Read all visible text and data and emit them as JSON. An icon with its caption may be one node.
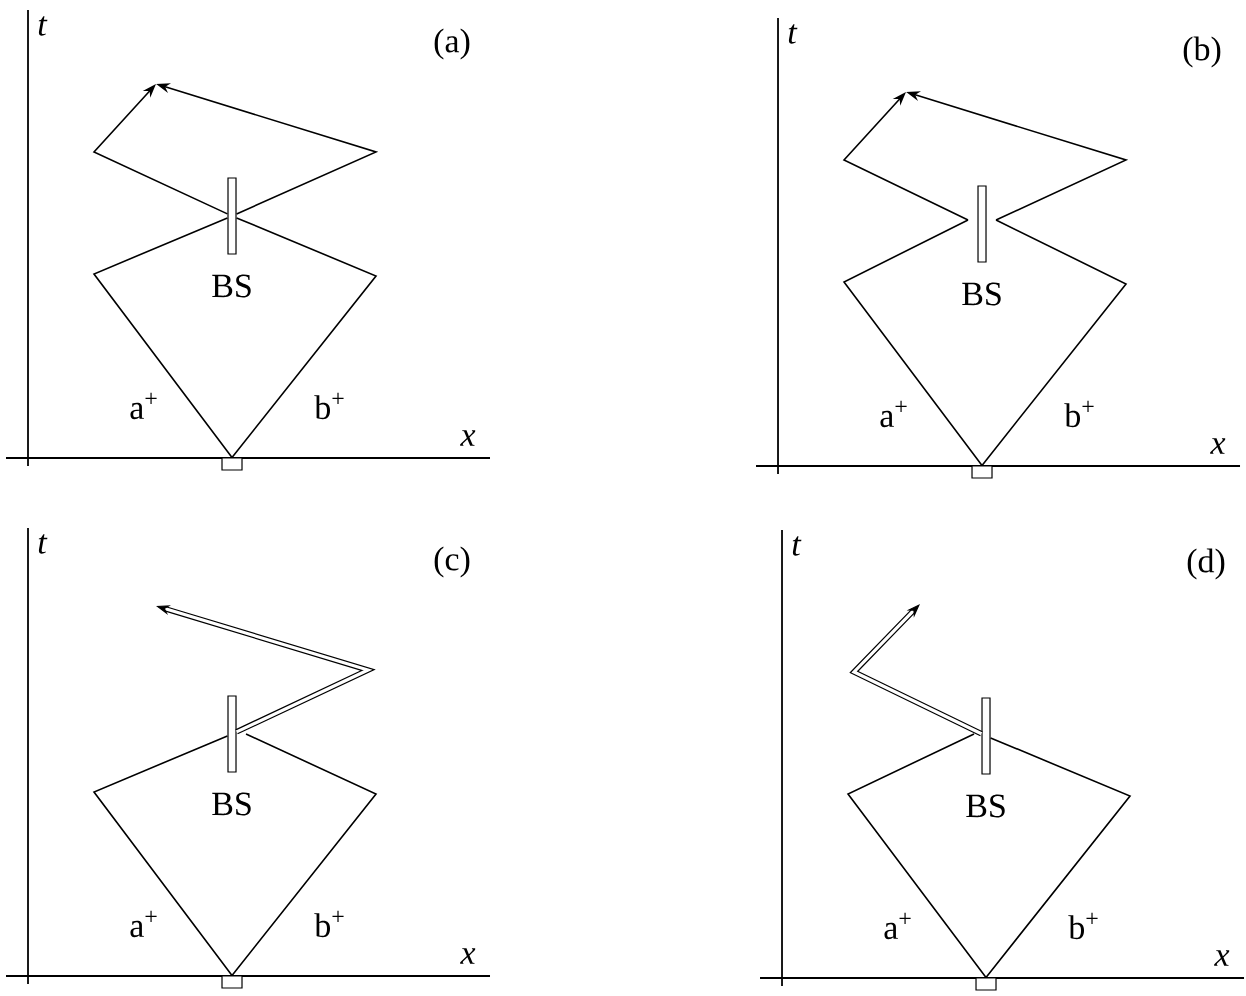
{
  "diagram": {
    "nodes": [
      {
        "text": [],
        "shape": "bar",
        "beside": [
          "BS"
        ]
      },
      {
        "text": [],
        "shape": "box"
      },
      {
        "text": [],
        "shape": "bar",
        "beside": [
          "BS"
        ]
      },
      {
        "text": [],
        "shape": "box"
      },
      {
        "text": [],
        "shape": "bar",
        "beside": [
          "BS"
        ]
      },
      {
        "text": [],
        "shape": "box"
      },
      {
        "text": [],
        "shape": "bar",
        "beside": [
          "BS"
        ]
      },
      {
        "text": [],
        "shape": "box"
      }
    ],
    "edges": [
      {
        "from": 1,
        "to": 0,
        "arrow": "none",
        "label": "a$^{+}$"
      },
      {
        "from": 1,
        "to": 0,
        "arrow": "none",
        "label": "b$^{+}$"
      },
      {
        "from": 0,
        "to": null,
        "arrow": "to"
      },
      {
        "from": 0,
        "to": null,
        "arrow": "to"
      },
      {
        "from": 3,
        "to": 2,
        "arrow": "none",
        "label": "a$^{+}$"
      },
      {
        "from": 3,
        "to": 2,
        "arrow": "none",
        "label": "b$^{+}$"
      },
      {
        "from": 2,
        "to": null,
        "arrow": "to"
      },
      {
        "from": 2,
        "to": null,
        "arrow": "to"
      },
      {
        "from": 5,
        "to": 4,
        "arrow": "none",
        "label": "a$^{+}$"
      },
      {
        "from": 5,
        "to": 4,
        "arrow": "none",
        "label": "b$^{+}$"
      },
      {
        "from": 4,
        "to": null,
        "arrow": "to",
        "style": "thick"
      },
      {
        "from": 7,
        "to": 6,
        "arrow": "none",
        "label": "a$^{+}$"
      },
      {
        "from": 7,
        "to": 6,
        "arrow": "none",
        "label": "b$^{+}$"
      },
      {
        "from": 6,
        "to": null,
        "arrow": "to",
        "style": "thick"
      }
    ],
    "labels": [
      "t",
      "(a)",
      "x",
      "t",
      "(b)",
      "x",
      "t",
      "(c)",
      "x",
      "t",
      "(d)",
      "x"
    ]
  }
}
